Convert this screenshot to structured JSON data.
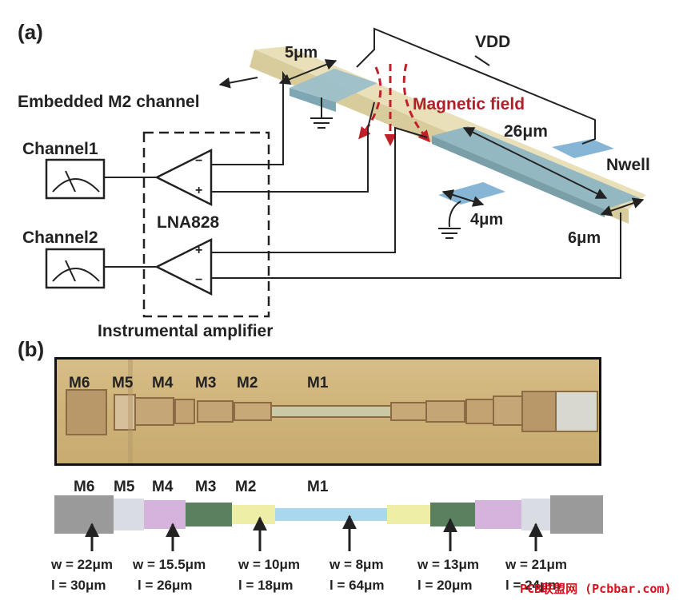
{
  "panel_a": {
    "label": "(a)",
    "dim_5um": "5μm",
    "vdd": "VDD",
    "embedded_label": "Embedded M2 channel",
    "magnetic_field": "Magnetic field",
    "dim_26um": "26μm",
    "nwell": "Nwell",
    "channel1": "Channel1",
    "channel2": "Channel2",
    "lna": "LNA828",
    "dim_4um": "4μm",
    "dim_6um": "6μm",
    "instrumental": "Instrumental amplifier",
    "minus": "−",
    "plus": "+"
  },
  "panel_b": {
    "label": "(b)",
    "micro_labels": [
      "M6",
      "M5",
      "M4",
      "M3",
      "M2",
      "M1"
    ],
    "schematic_labels": [
      "M6",
      "M5",
      "M4",
      "M3",
      "M2",
      "M1"
    ],
    "dimensions": [
      {
        "w": "w = 22μm",
        "l": "l = 30μm"
      },
      {
        "w": "w = 15.5μm",
        "l": "l = 26μm"
      },
      {
        "w": "w = 10μm",
        "l": "l = 18μm"
      },
      {
        "w": "w = 8μm",
        "l": "l = 64μm"
      },
      {
        "w": "w = 13μm",
        "l": "l = 20μm"
      },
      {
        "w": "w = 21μm",
        "l": "l = 24μm"
      }
    ]
  },
  "watermark": "PCB联盟网 (Pcbbar.com)",
  "colors": {
    "substrate": "#e9dfb8",
    "channel": "#8fb7c6",
    "nwell": "#7fb0d4",
    "field_arrow": "#c0202a",
    "m6": "#9a9a9a",
    "m5": "#d9dde3",
    "m4": "#d6b3dc",
    "m3": "#5a8060",
    "m2": "#efeea6",
    "m1": "#a9d8ee"
  }
}
